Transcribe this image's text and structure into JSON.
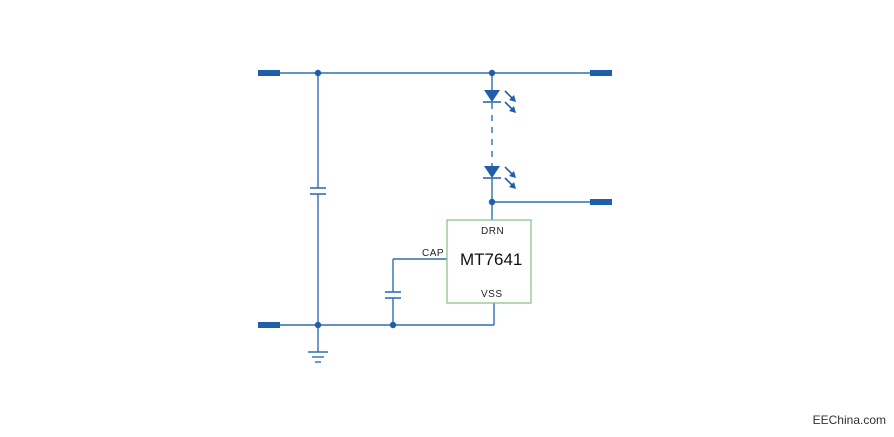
{
  "ic": {
    "name": "MT7641",
    "pin_drn": "DRN",
    "pin_cap": "CAP",
    "pin_vss": "VSS"
  },
  "watermark": "EEChina.com",
  "colors": {
    "wire": "#2f6fb3",
    "terminal": "#1f5ea8",
    "ic_border": "#7fc08a"
  }
}
